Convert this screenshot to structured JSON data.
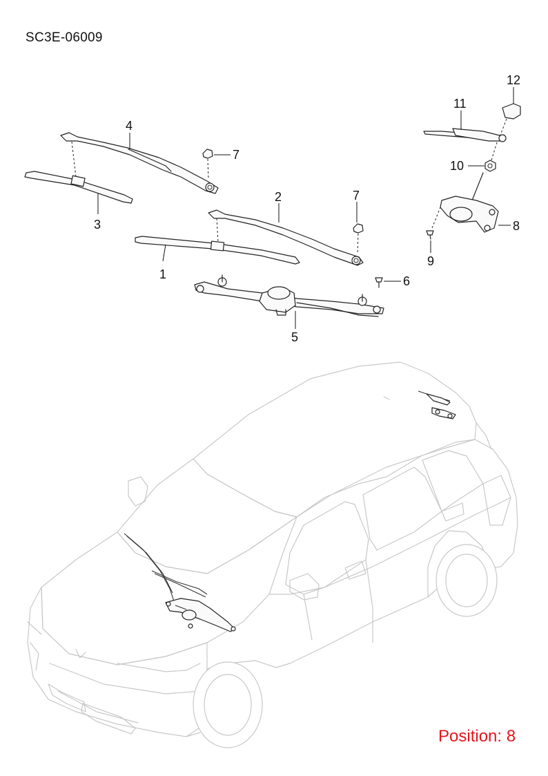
{
  "diagram_code": "SC3E-06009",
  "position_text": "Position: 8",
  "callouts": [
    "1",
    "2",
    "3",
    "4",
    "5",
    "6",
    "7",
    "7",
    "8",
    "9",
    "10",
    "11",
    "12"
  ],
  "colors": {
    "position_text": "#e8141c",
    "line_art": "#222222",
    "vehicle_outline": "#c8c8c8"
  }
}
